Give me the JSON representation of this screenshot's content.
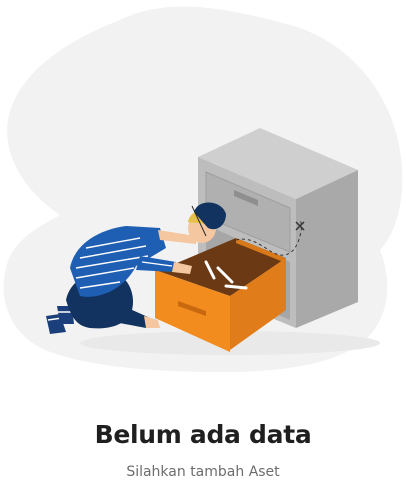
{
  "empty_state": {
    "title": "Belum ada data",
    "subtitle": "Silahkan tambah Aset",
    "illustration": "person-searching-empty-cabinet-drawer"
  },
  "colors": {
    "blob": "#f2f2f2",
    "cabinet": "#b8b8b8",
    "drawer": "#f28c1e",
    "shirt": "#1f5fb3",
    "pants": "#12325f",
    "text_title": "#1f1f1f",
    "text_subtitle": "#6d6d6d"
  }
}
